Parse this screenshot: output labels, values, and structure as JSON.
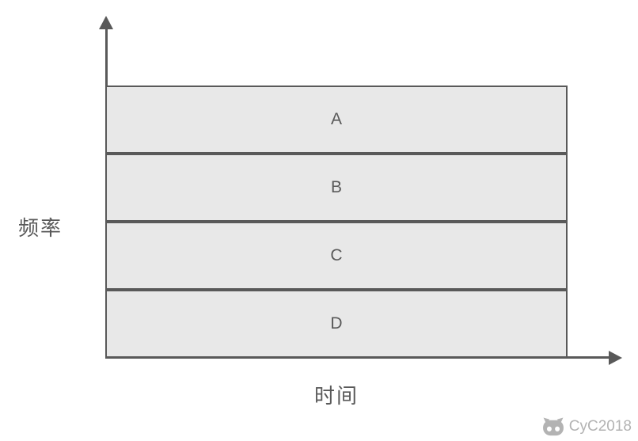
{
  "diagram": {
    "y_axis_label": "频率",
    "x_axis_label": "时间",
    "bands": [
      {
        "label": "A"
      },
      {
        "label": "B"
      },
      {
        "label": "C"
      },
      {
        "label": "D"
      }
    ],
    "colors": {
      "band_fill": "#e8e8e8",
      "band_border": "#595959",
      "axis": "#595959",
      "label_text": "#595959",
      "watermark": "#b3b3b3"
    }
  },
  "watermark": {
    "text": "CyC2018",
    "icon": "cat-icon"
  }
}
